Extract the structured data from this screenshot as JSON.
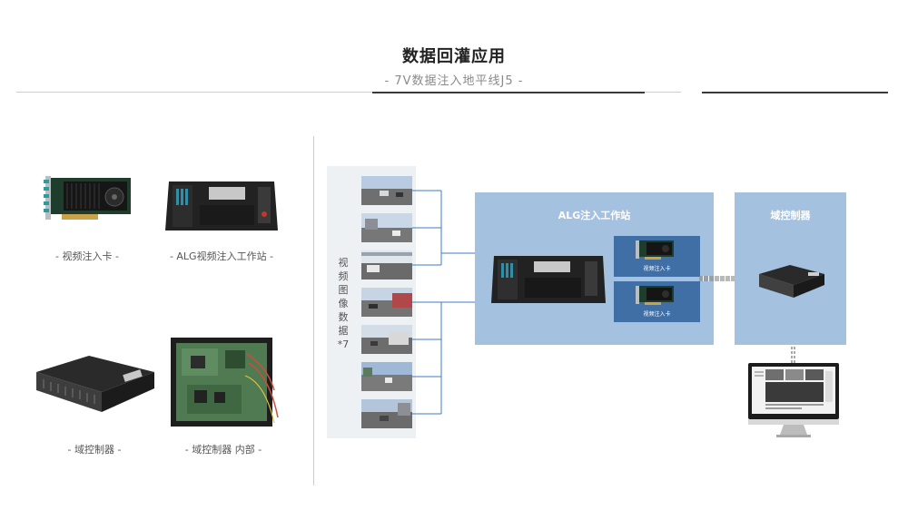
{
  "header": {
    "title": "数据回灌应用",
    "subtitle": "- 7V数据注入地平线J5 -"
  },
  "products": {
    "injection_card": "- 视频注入卡 -",
    "alg_workstation": "- ALG视频注入工作站 -",
    "domain_controller": "- 域控制器 -",
    "domain_controller_inside": "- 域控制器 内部 -"
  },
  "diagram": {
    "video_data_label": "视频图像数据*7",
    "video_thumbnail_count": 7,
    "workstation_box_title": "ALG注入工作站",
    "controller_box_title": "域控制器",
    "card_labels": [
      "视频注入卡",
      "视频注入卡"
    ]
  },
  "colors": {
    "box_fill": "#a4c1df",
    "card_fill": "#3f6fa5",
    "connector": "#3b7dc4",
    "panel_bg": "#eef1f4"
  }
}
